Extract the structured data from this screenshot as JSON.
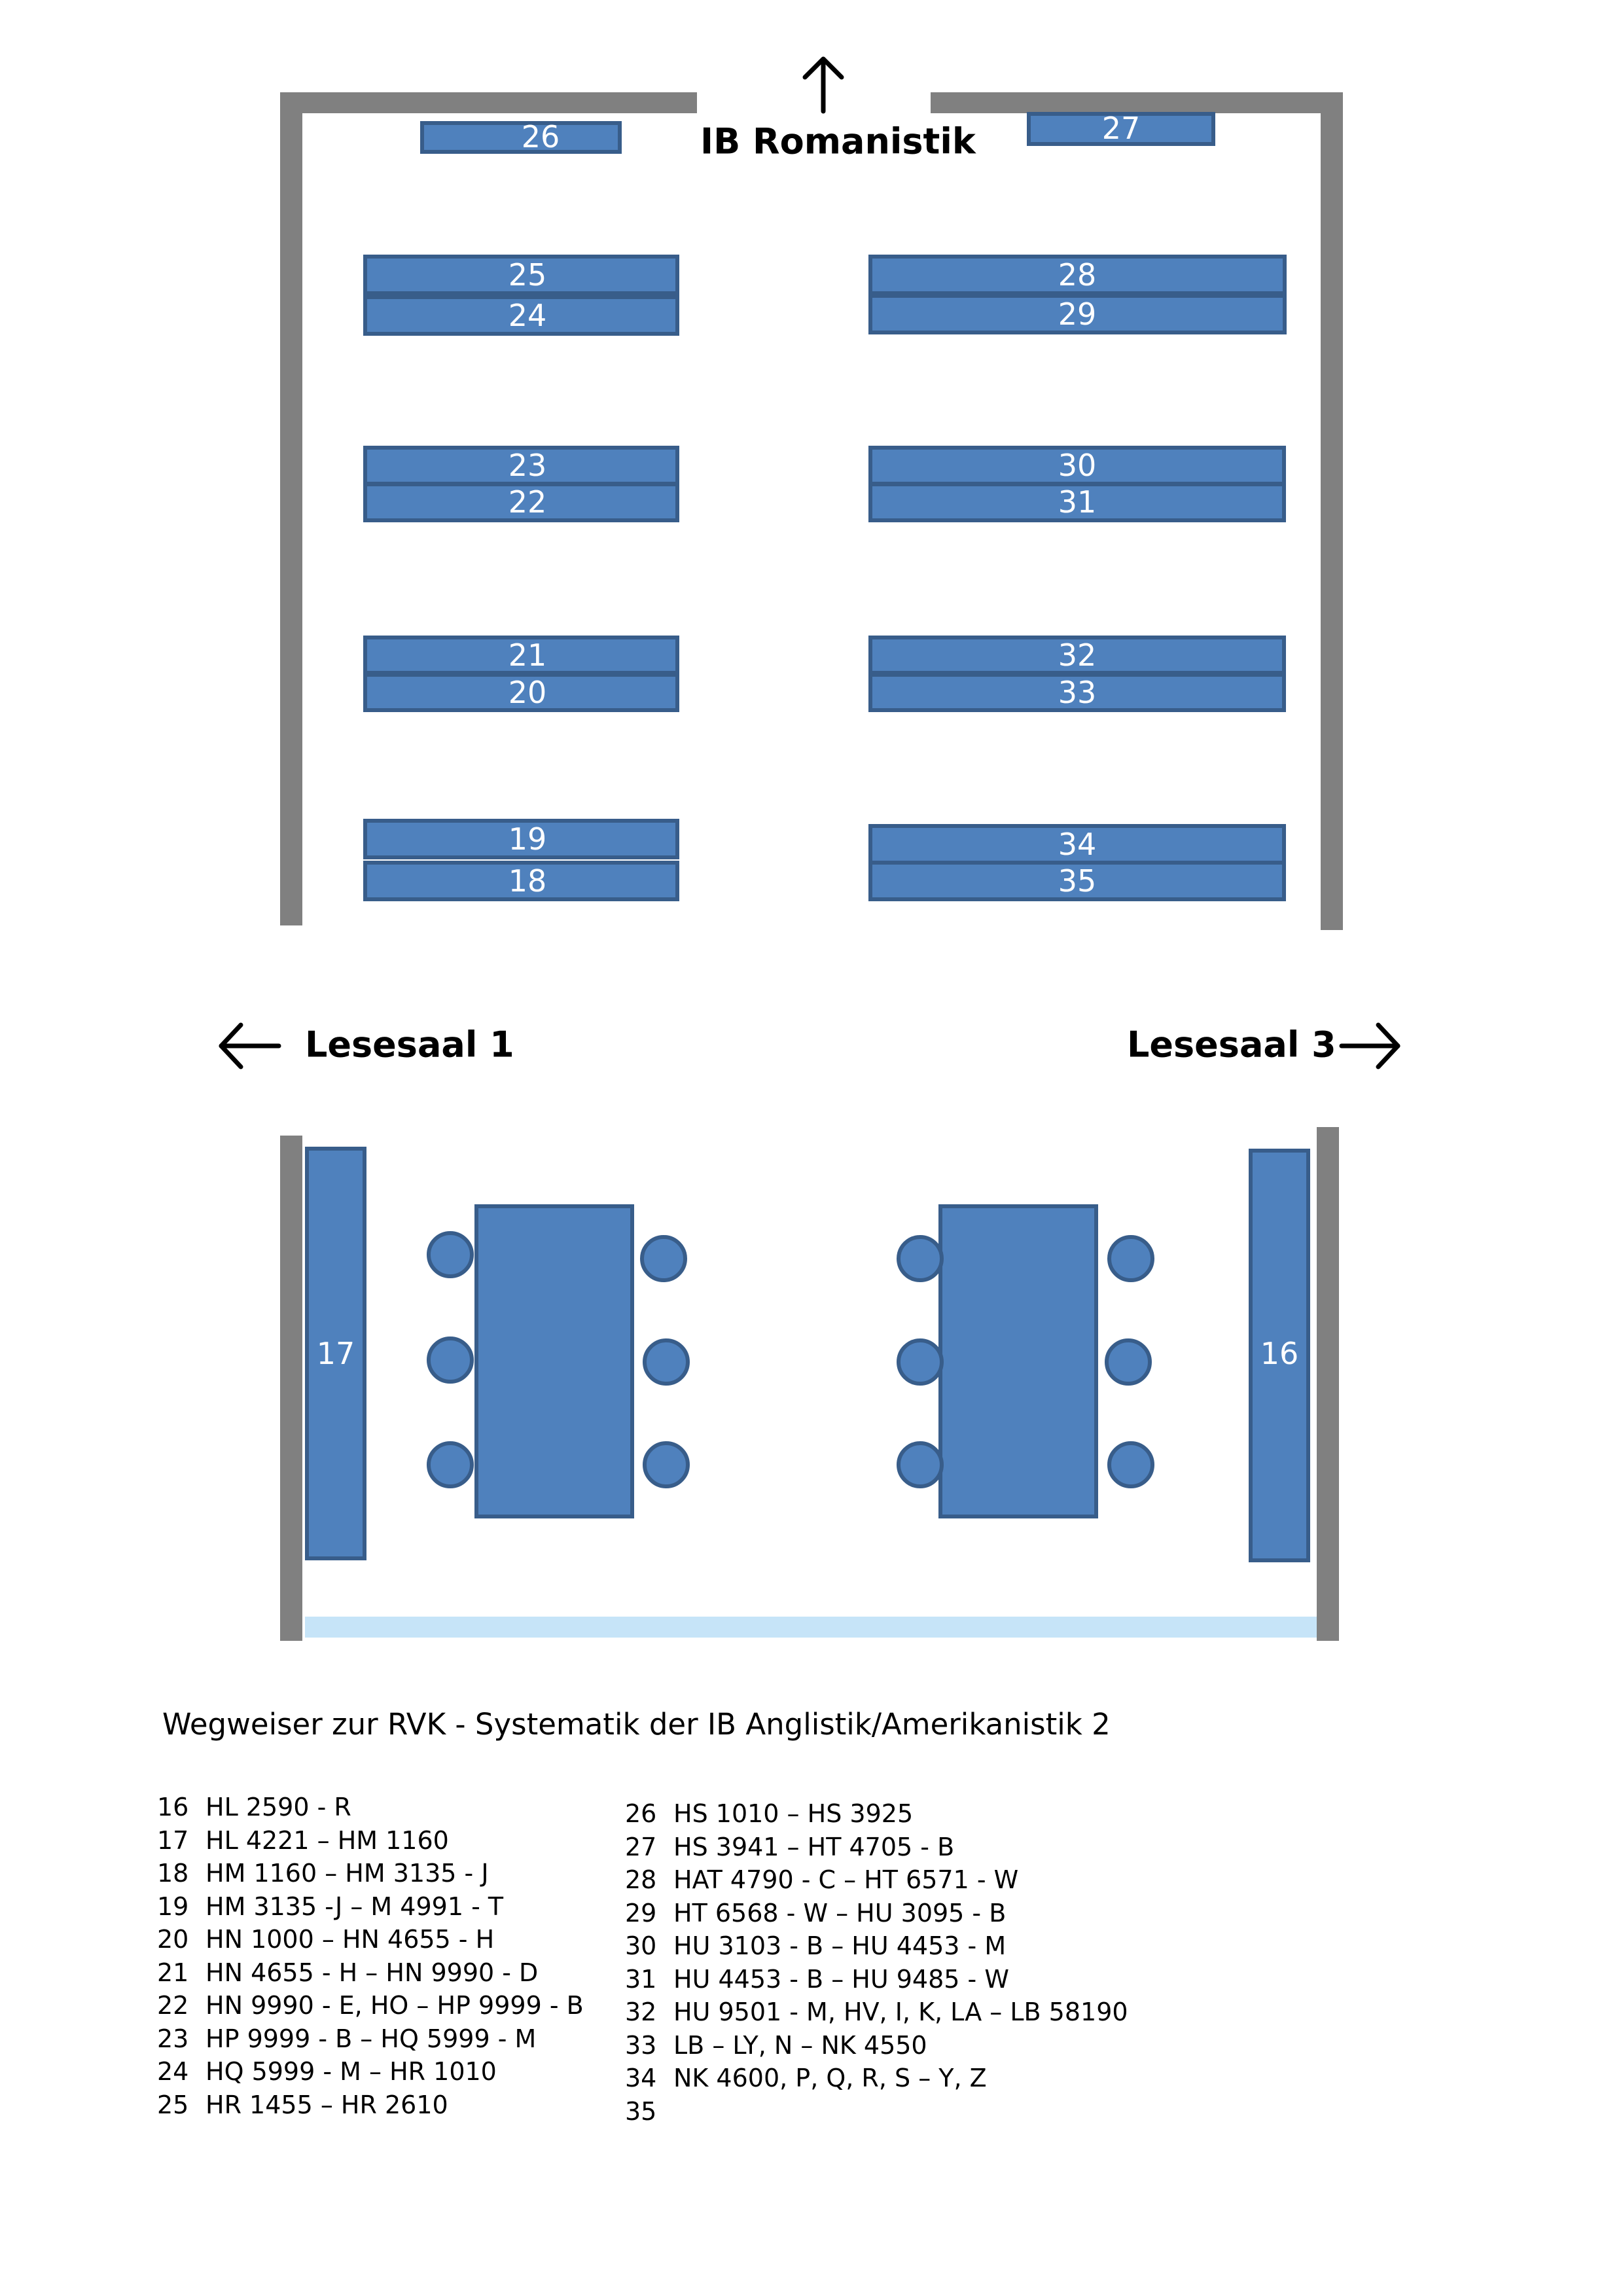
{
  "colors": {
    "wall": "#808080",
    "shelf_fill": "#4f81bd",
    "shelf_stroke": "#385d8a",
    "window": "#c6e4f8",
    "text_on_shelf": "#ffffff"
  },
  "map": {
    "top_exit_label": "IB Romanistik",
    "left_exit_label": "Lesesaal 1",
    "right_exit_label": "Lesesaal 3",
    "shelves": {
      "s16": "16",
      "s17": "17",
      "s18": "18",
      "s19": "19",
      "s20": "20",
      "s21": "21",
      "s22": "22",
      "s23": "23",
      "s24": "24",
      "s25": "25",
      "s26": "26",
      "s27": "27",
      "s28": "28",
      "s29": "29",
      "s30": "30",
      "s31": "31",
      "s32": "32",
      "s33": "33",
      "s34": "34",
      "s35": "35"
    },
    "icons": [
      "arrow-up-icon",
      "arrow-left-icon",
      "arrow-right-icon"
    ]
  },
  "legend": {
    "title": "Wegweiser zur RVK - Systematik der IB Anglistik/Amerikanistik 2",
    "left": [
      {
        "num": "16",
        "range": "HL 2590 - R"
      },
      {
        "num": "17",
        "range": "HL 4221 – HM 1160"
      },
      {
        "num": "18",
        "range": "HM 1160 – HM 3135 - J"
      },
      {
        "num": "19",
        "range": "HM 3135 -J – M 4991 - T"
      },
      {
        "num": "20",
        "range": "HN 1000 –  HN 4655 - H"
      },
      {
        "num": "21",
        "range": "HN 4655 - H – HN 9990 - D"
      },
      {
        "num": "22",
        "range": "HN 9990 - E, HO – HP 9999 - B"
      },
      {
        "num": "23",
        "range": "HP 9999 - B – HQ 5999 - M"
      },
      {
        "num": "24",
        "range": "HQ 5999 - M – HR 1010"
      },
      {
        "num": "25",
        "range": "HR 1455 – HR 2610"
      }
    ],
    "right": [
      {
        "num": "26",
        "range": "HS 1010 – HS 3925"
      },
      {
        "num": "27",
        "range": "HS 3941 – HT 4705 - B"
      },
      {
        "num": "28",
        "range": "HAT 4790 - C – HT 6571 - W"
      },
      {
        "num": "29",
        "range": "HT 6568 - W – HU 3095 - B"
      },
      {
        "num": "30",
        "range": "HU 3103 - B – HU 4453 - M"
      },
      {
        "num": "31",
        "range": "HU 4453 - B – HU 9485 - W"
      },
      {
        "num": "32",
        "range": "HU 9501 - M, HV, I, K, LA – LB 58190"
      },
      {
        "num": "33",
        "range": "LB – LY, N – NK 4550"
      },
      {
        "num": "34",
        "range": "NK 4600, P, Q, R, S – Y, Z"
      },
      {
        "num": "35",
        "range": ""
      }
    ]
  }
}
